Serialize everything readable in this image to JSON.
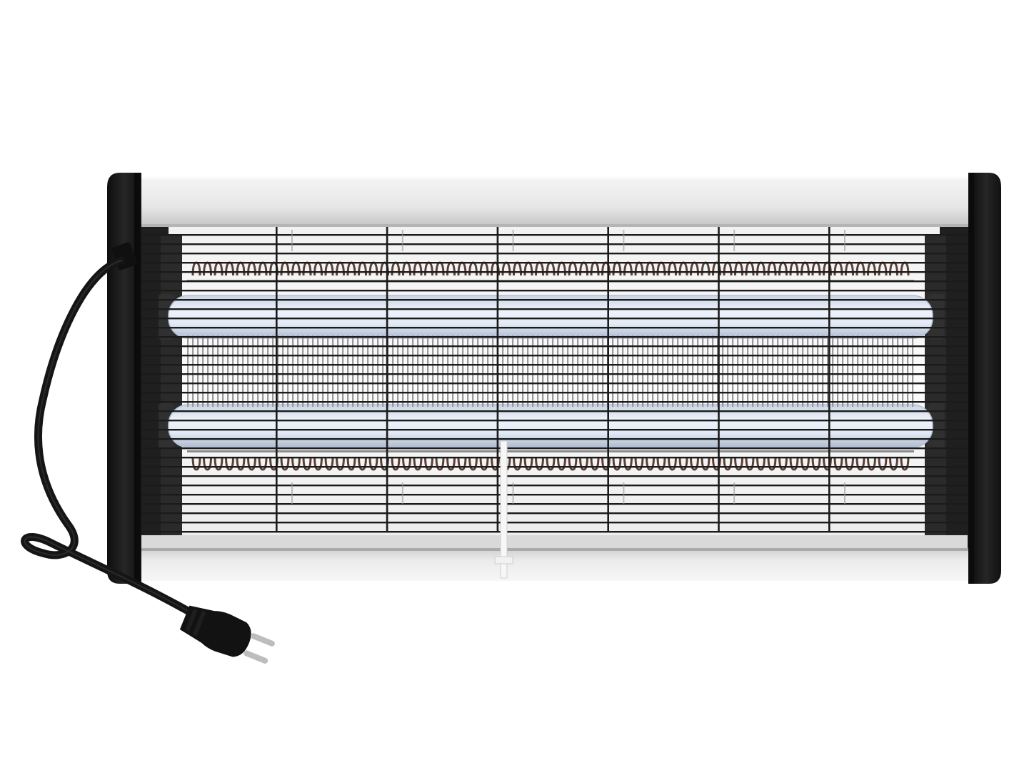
{
  "scene": {
    "subject": "insect-killer",
    "tube_count": 2,
    "grid_columns": 6,
    "colors": {
      "background": "#ffffff",
      "end_cap": "#161616",
      "housing_silver": "#e9e9e9",
      "housing_shadow": "#c9c9c9",
      "grid_wire": "#1b1b1b",
      "tube_glow": "#dfe8f6",
      "tube_edge": "#b9c6da",
      "coil": "#5a3f34",
      "rod": "#9a9a9a",
      "cable": "#151515",
      "plug_pin": "#b9b9b9"
    }
  }
}
